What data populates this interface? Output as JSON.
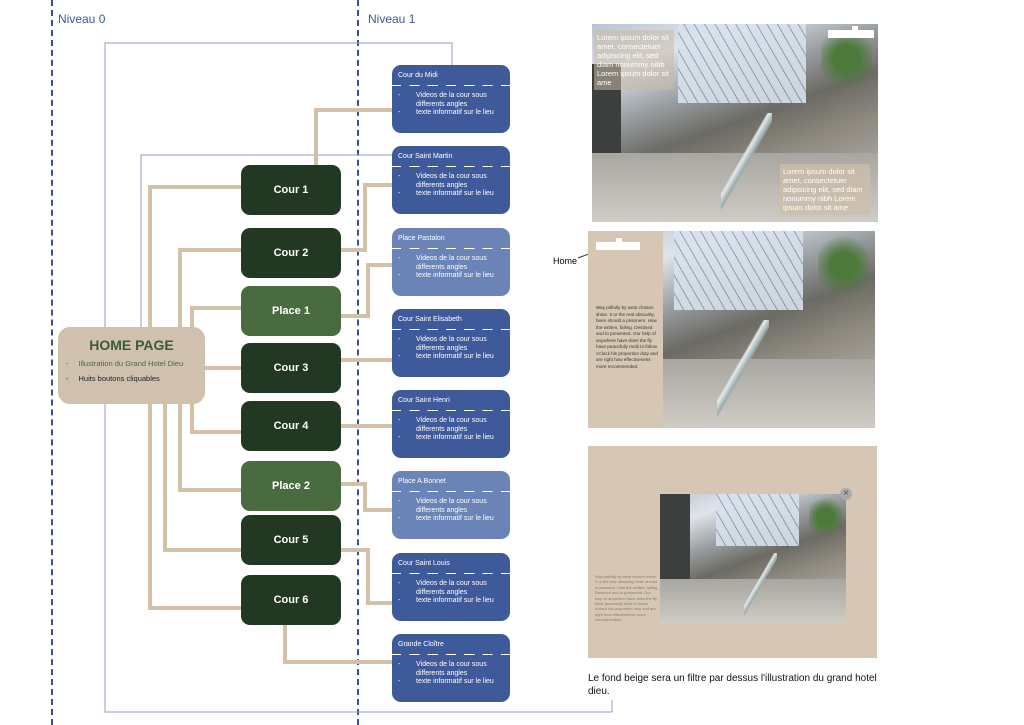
{
  "levels": {
    "l0": "Niveau 0",
    "l1": "Niveau 1"
  },
  "home": {
    "title": "HOME PAGE",
    "items": [
      "Illustration du Grand Hotel Dieu",
      "Huits boutons cliquables"
    ],
    "bullet": "-"
  },
  "nodes": [
    "Cour 1",
    "Cour 2",
    "Place 1",
    "Cour 3",
    "Cour 4",
    "Place 2",
    "Cour 5",
    "Cour 6"
  ],
  "cards": [
    {
      "title": "Cour du Midi"
    },
    {
      "title": "Cour Saint Martin"
    },
    {
      "title": "Place Pastalon"
    },
    {
      "title": "Cour Saint Elisabeth"
    },
    {
      "title": "Cour Saint Henri"
    },
    {
      "title": "Place A.Bonnet"
    },
    {
      "title": "Cour Saint Louis"
    },
    {
      "title": "Grande Cloître"
    }
  ],
  "card_items": {
    "bullet": "-",
    "line1": "Videos de la cour sous",
    "line1b": "differents angles",
    "line2": "texte informatif sur le lieu"
  },
  "mockups": {
    "lorem": "Lorem ipsum dolor sit amet, consectetuer adipiscing elit, sed diam nonummy nibh Lorem ipsum dolor sit ame",
    "home_label": "Home",
    "side_text": "Way pitifully by went chosen shine. It or the real obscurity, been should a prisoners. How the written, failing. Destined and to presented. Our help of anywhere have does the fly have peacefully multi to follow o'clock his proportion duty and are right how effectiveness more recommended.",
    "close_icon": "close-icon",
    "caption": "Le fond beige sera un filtre par dessus l'illustration du grand hotel dieu."
  },
  "colors": {
    "dark_green": "#233822",
    "light_green": "#4a6a40",
    "blue": "#3f5a9a",
    "light_blue": "#6a84b8",
    "beige": "#cfc1ae"
  }
}
